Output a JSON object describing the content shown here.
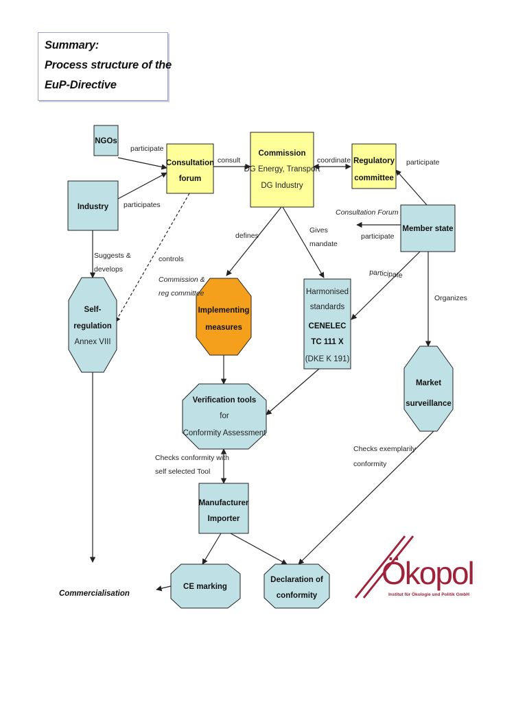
{
  "title": {
    "line1": "Summary:",
    "line2": "Process structure of the",
    "line3": "EuP-Directive"
  },
  "nodes": {
    "ngos": "NGOs",
    "industry": "Industry",
    "consultation_forum": [
      "Consultation",
      "forum"
    ],
    "commission": [
      "Commission",
      "DG Energy, Transport",
      "DG Industry"
    ],
    "regulatory_committee": [
      "Regulatory",
      "committee"
    ],
    "member_state": "Member state",
    "self_regulation": [
      "Self-",
      "regulation",
      "Annex VIII"
    ],
    "implementing_measures": [
      "Implementing",
      "measures"
    ],
    "harmonised_standards": [
      "Harmonised",
      "standards",
      "CENELEC",
      "TC 111 X",
      "(DKE K 191)"
    ],
    "market_surveillance": [
      "Market",
      "surveillance"
    ],
    "verification_tools": [
      "Verification tools",
      "for",
      "Conformity Assessment"
    ],
    "manufacturer": [
      "Manufacturer",
      "Importer"
    ],
    "ce_marking": "CE marking",
    "declaration": [
      "Declaration of",
      "conformity"
    ],
    "commercialisation": "Commercialisation"
  },
  "edges": {
    "ngos_participate": "participate",
    "industry_participates": "participates",
    "consult": "consult",
    "coordinate": "coordinate",
    "member_participate_reg": "participate",
    "consultation_forum_label": "Consultation Forum",
    "member_participate_forum": "participate",
    "suggests": [
      "Suggests &",
      "develops"
    ],
    "controls": "controls",
    "commission_reg": [
      "Commission  &",
      "reg committee"
    ],
    "defines": "defines",
    "gives_mandate": [
      "Gives",
      "mandate"
    ],
    "member_participate_std": "participate",
    "organizes": "Organizes",
    "checks_conformity": [
      "Checks conformity with",
      "self selected Tool"
    ],
    "checks_exemplarily": [
      "Checks exemplarily",
      "conformity"
    ]
  },
  "logo": {
    "name": "Ökopol",
    "subtitle": "Institut für Ökologie und Politik GmbH"
  },
  "colors": {
    "blue_fill": "#bfe0e4",
    "yellow_fill": "#ffff9a",
    "orange_fill": "#f4a01c",
    "logo_red": "#a0223a",
    "stroke": "#222222"
  }
}
